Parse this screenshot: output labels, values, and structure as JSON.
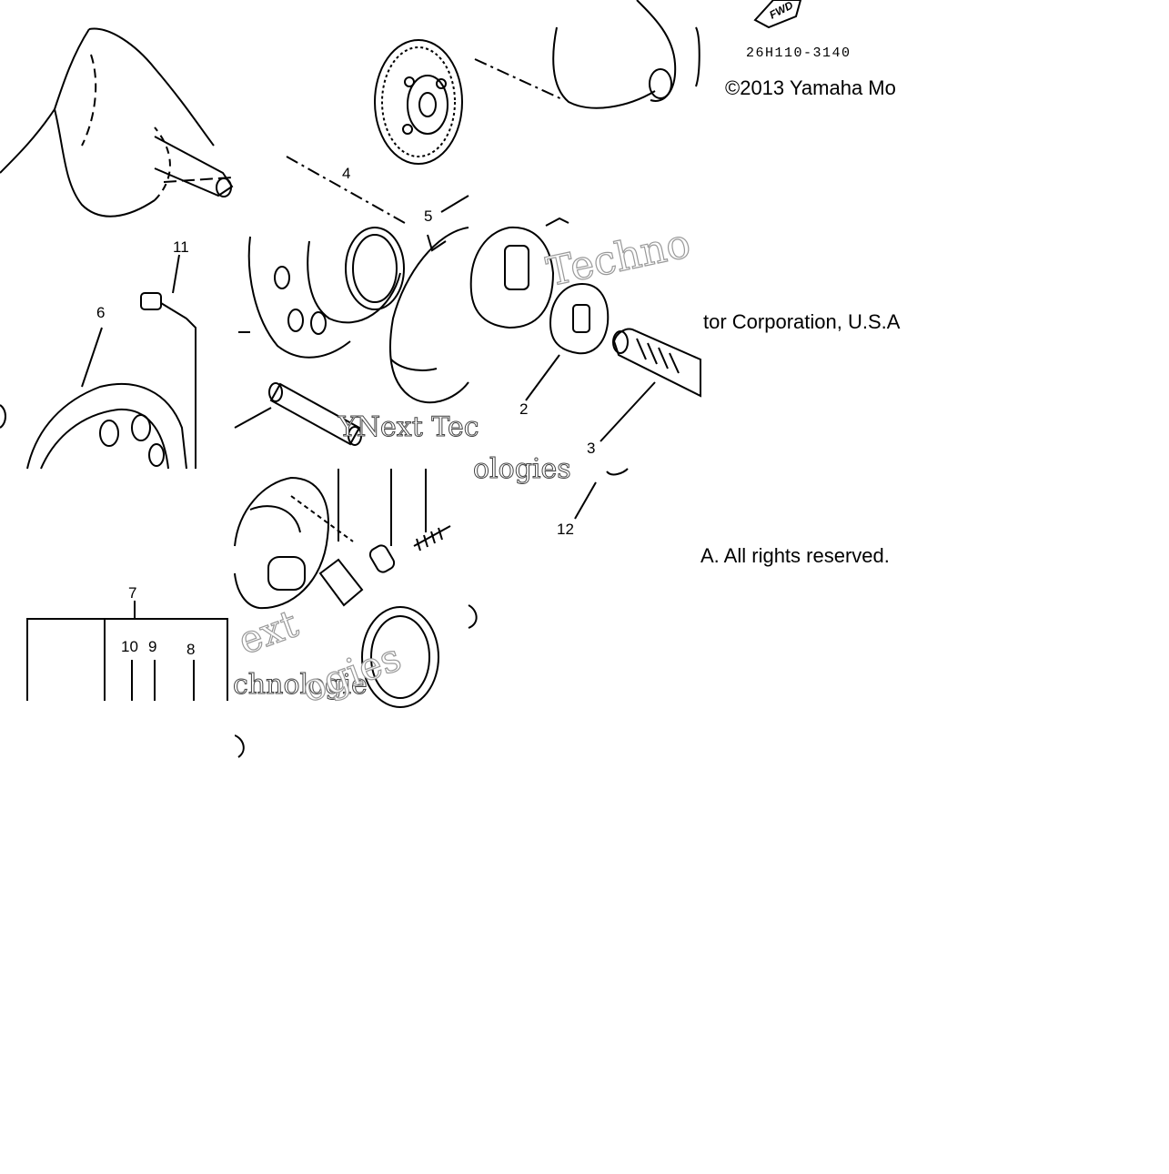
{
  "part_code": "26H110-3140",
  "copyright": {
    "line1": "©2013 Yamaha Mo",
    "line2": "tor Corporation, U.S.A",
    "line3": "A. All rights reserved."
  },
  "tag_label": "FWD",
  "watermark": {
    "w1": "YNext Tec",
    "w2": "Techno",
    "w3": "ologies",
    "w4": "ext",
    "w5": "chnologie",
    "w6": "ogies"
  },
  "callouts": {
    "c2": "2",
    "c3": "3",
    "c4": "4",
    "c5": "5",
    "c6": "6",
    "c7": "7",
    "c8": "8",
    "c9": "9",
    "c10": "10",
    "c11": "11",
    "c12": "12"
  },
  "colors": {
    "ink": "#000000",
    "paper": "#ffffff",
    "watermark": "#9a9a9a"
  }
}
